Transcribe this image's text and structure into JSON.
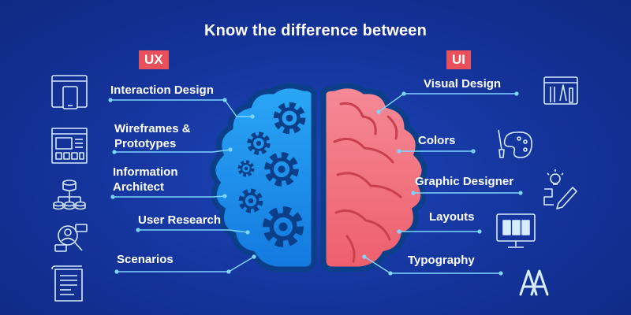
{
  "title": "Know the difference between",
  "ux": {
    "tag": "UX",
    "items": [
      {
        "label": "Interaction Design"
      },
      {
        "label_line1": "Wireframes &",
        "label_line2": "Prototypes"
      },
      {
        "label_line1": "Information",
        "label_line2": "Architect"
      },
      {
        "label": "User Research"
      },
      {
        "label": "Scenarios"
      }
    ],
    "icons": [
      "devices-icon",
      "wireframe-icon",
      "database-network-icon",
      "user-research-icon",
      "document-icon"
    ]
  },
  "ui": {
    "tag": "UI",
    "items": [
      {
        "label": "Visual Design"
      },
      {
        "label": "Colors"
      },
      {
        "label": "Graphic Designer"
      },
      {
        "label": "Layouts"
      },
      {
        "label": "Typography"
      }
    ],
    "icons": [
      "design-tools-icon",
      "palette-icon",
      "idea-pencil-icon",
      "monitor-layout-icon",
      "typography-icon"
    ]
  },
  "colors": {
    "background": "#14339a",
    "accent": "#e8505b",
    "line": "#7ed6ff",
    "left_brain": "#1aa8f0",
    "right_brain": "#f2707d",
    "icon": "#d6ecff"
  }
}
